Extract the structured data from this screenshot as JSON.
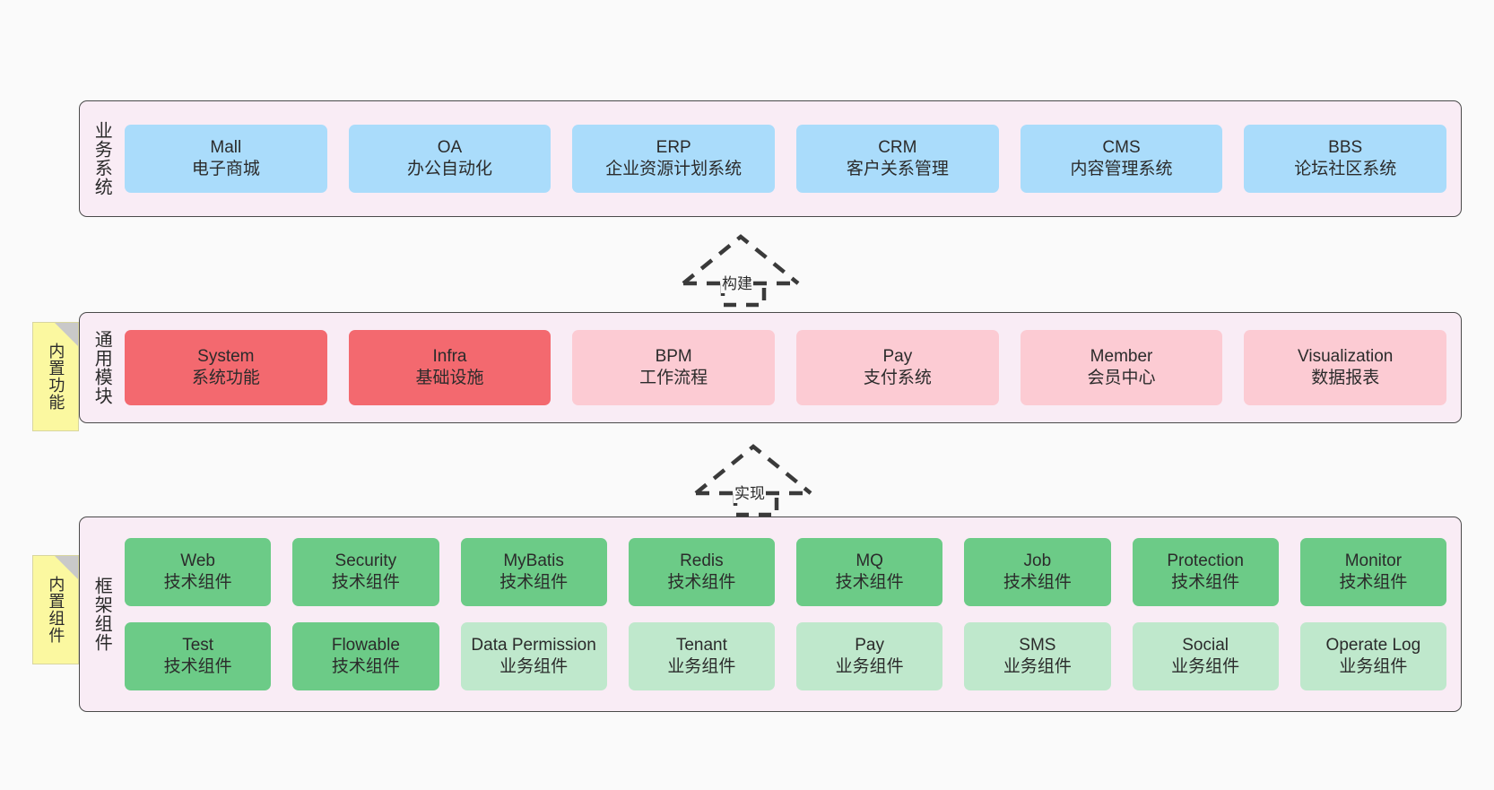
{
  "diagram": {
    "background_color": "#fafafa",
    "layer_fill": "#f9ecf5",
    "layer_border": "#4a4a4a"
  },
  "layers": [
    {
      "id": "business",
      "title": "业务系统",
      "card_color": "#aadcfb",
      "cards": [
        {
          "name": "Mall",
          "desc": "电子商城"
        },
        {
          "name": "OA",
          "desc": "办公自动化"
        },
        {
          "name": "ERP",
          "desc": "企业资源计划系统"
        },
        {
          "name": "CRM",
          "desc": "客户关系管理"
        },
        {
          "name": "CMS",
          "desc": "内容管理系统"
        },
        {
          "name": "BBS",
          "desc": "论坛社区系统"
        }
      ]
    },
    {
      "id": "common-modules",
      "title": "通用模块",
      "note": "内置功能",
      "card_color_strong": "#f3696f",
      "card_color_light": "#fccbd3",
      "cards": [
        {
          "name": "System",
          "desc": "系统功能",
          "tone": "strong"
        },
        {
          "name": "Infra",
          "desc": "基础设施",
          "tone": "strong"
        },
        {
          "name": "BPM",
          "desc": "工作流程",
          "tone": "light"
        },
        {
          "name": "Pay",
          "desc": "支付系统",
          "tone": "light"
        },
        {
          "name": "Member",
          "desc": "会员中心",
          "tone": "light"
        },
        {
          "name": "Visualization",
          "desc": "数据报表",
          "tone": "light"
        }
      ]
    },
    {
      "id": "framework",
      "title": "框架组件",
      "note": "内置组件",
      "card_color_strong": "#6ccb87",
      "card_color_light": "#bfe8cc",
      "rows": [
        [
          {
            "name": "Web",
            "desc": "技术组件",
            "tone": "strong"
          },
          {
            "name": "Security",
            "desc": "技术组件",
            "tone": "strong"
          },
          {
            "name": "MyBatis",
            "desc": "技术组件",
            "tone": "strong"
          },
          {
            "name": "Redis",
            "desc": "技术组件",
            "tone": "strong"
          },
          {
            "name": "MQ",
            "desc": "技术组件",
            "tone": "strong"
          },
          {
            "name": "Job",
            "desc": "技术组件",
            "tone": "strong"
          },
          {
            "name": "Protection",
            "desc": "技术组件",
            "tone": "strong"
          },
          {
            "name": "Monitor",
            "desc": "技术组件",
            "tone": "strong"
          }
        ],
        [
          {
            "name": "Test",
            "desc": "技术组件",
            "tone": "strong"
          },
          {
            "name": "Flowable",
            "desc": "技术组件",
            "tone": "strong"
          },
          {
            "name": "Data Permission",
            "desc": "业务组件",
            "tone": "light"
          },
          {
            "name": "Tenant",
            "desc": "业务组件",
            "tone": "light"
          },
          {
            "name": "Pay",
            "desc": "业务组件",
            "tone": "light"
          },
          {
            "name": "SMS",
            "desc": "业务组件",
            "tone": "light"
          },
          {
            "name": "Social",
            "desc": "业务组件",
            "tone": "light"
          },
          {
            "name": "Operate Log",
            "desc": "业务组件",
            "tone": "light"
          }
        ]
      ]
    }
  ],
  "arrows": [
    {
      "id": "build",
      "label": "构建"
    },
    {
      "id": "implement",
      "label": "实现"
    }
  ]
}
